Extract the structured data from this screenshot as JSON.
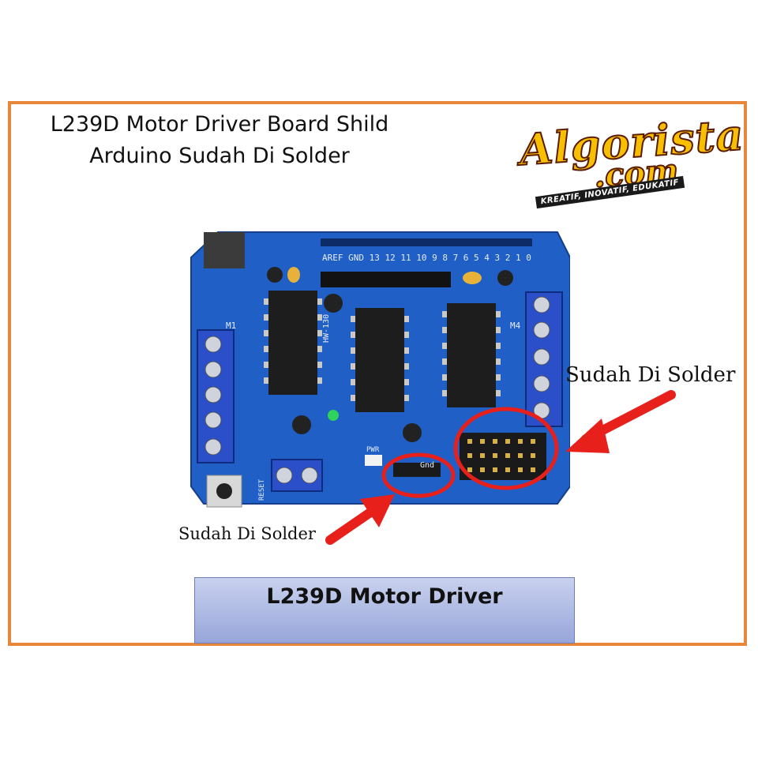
{
  "title": {
    "line1": "L239D Motor Driver Board Shild",
    "line2": "Arduino Sudah Di Solder"
  },
  "logo": {
    "word": "Algorista",
    "dotcom": ".com",
    "tagline": "KREATIF, INOVATIF, EDUKATIF"
  },
  "callouts": {
    "right": "Sudah Di Solder",
    "left": "Sudah Di Solder"
  },
  "caption": "L239D Motor Driver",
  "board": {
    "chip_label": "HW-130",
    "labels": [
      "AREF",
      "GND",
      "13",
      "12",
      "11",
      "10",
      "9",
      "8",
      "7",
      "6",
      "5",
      "4",
      "3",
      "2",
      "1",
      "0"
    ],
    "silk_m1": "M1",
    "silk_m4": "M4",
    "silk_gnd": "Gnd",
    "silk_pwr": "PWR",
    "silk_reset": "RESET"
  },
  "colors": {
    "frame": "#e8873a",
    "board": "#1f5fc6",
    "callout_ring": "#e8201c",
    "caption_bg": "#a9b5e1"
  }
}
